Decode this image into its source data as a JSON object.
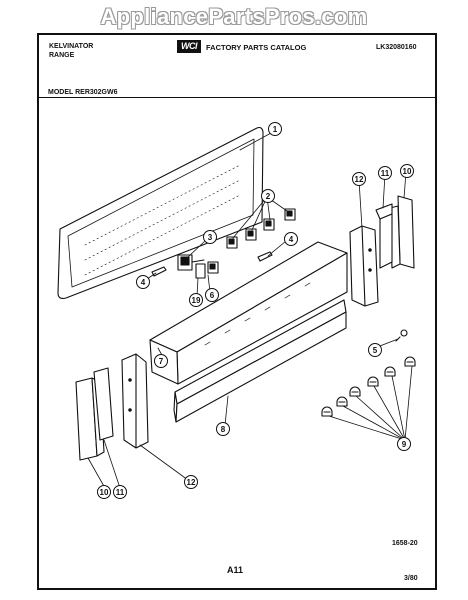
{
  "watermark": "AppliancePartsPros.com",
  "header": {
    "brand": "KELVINATOR",
    "product": "RANGE",
    "catalog_title": "FACTORY PARTS CATALOG",
    "catalog_number": "LK32080160",
    "logo_text": "WCI"
  },
  "model": "MODEL RER302GW6",
  "footer": {
    "drawing_code": "1658-20",
    "page": "A11",
    "date": "3/80"
  },
  "callouts": [
    "1",
    "2",
    "3",
    "4",
    "4",
    "5",
    "6",
    "7",
    "8",
    "9",
    "10",
    "11",
    "12",
    "10",
    "11",
    "12",
    "19"
  ]
}
